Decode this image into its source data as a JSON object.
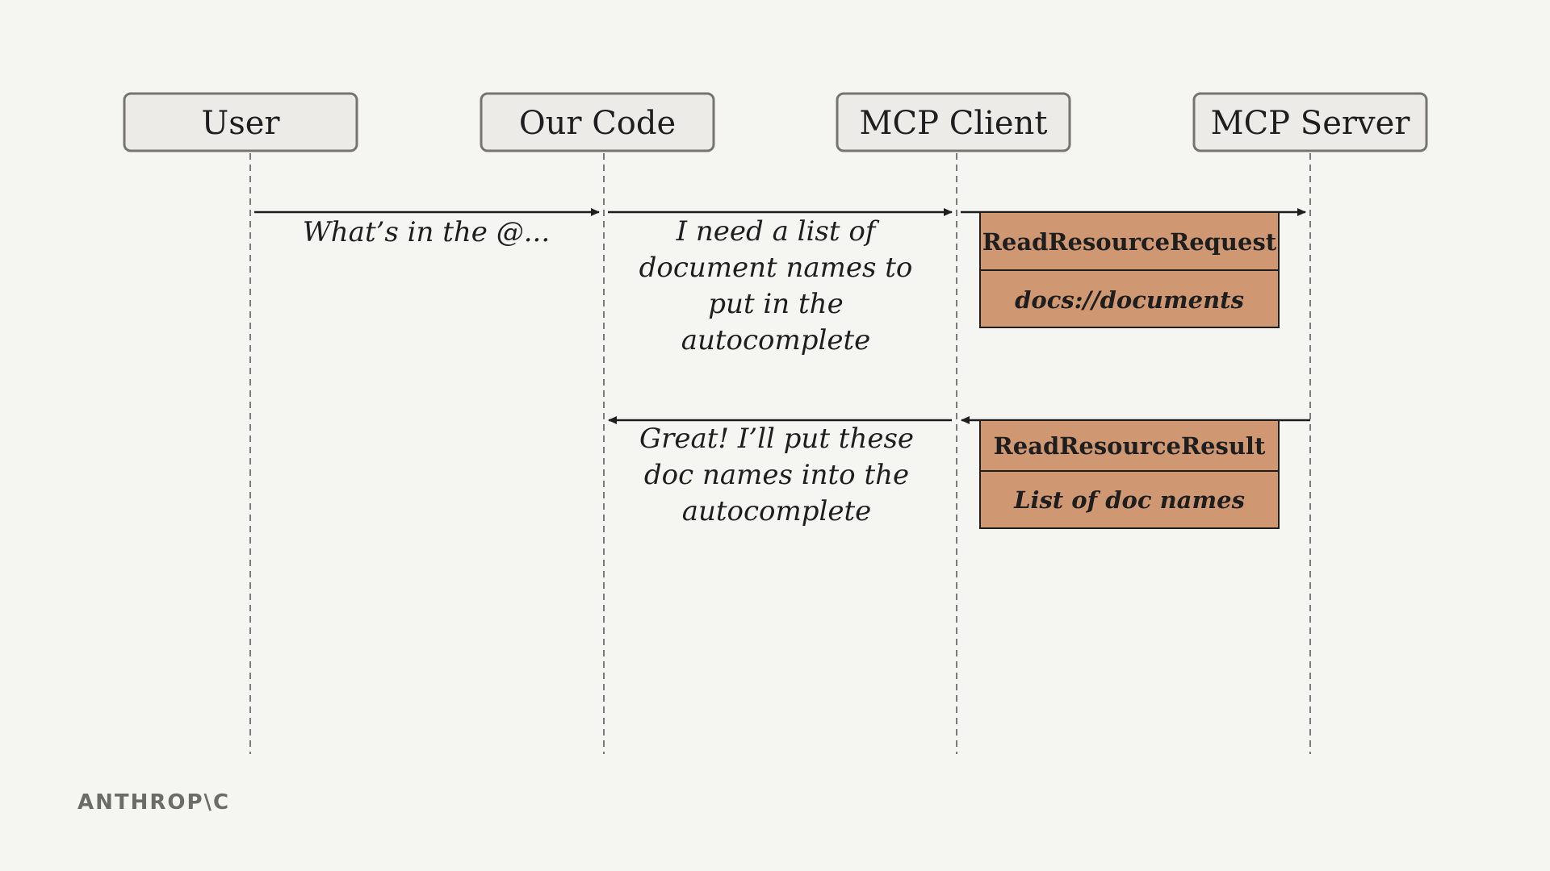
{
  "actors": [
    {
      "label": "User"
    },
    {
      "label": "Our Code"
    },
    {
      "label": "MCP Client"
    },
    {
      "label": "MCP Server"
    }
  ],
  "messages": {
    "user_to_code": [
      "What’s in the @..."
    ],
    "code_to_client": [
      "I need a list of",
      "document names to",
      "put in the",
      "autocomplete"
    ],
    "client_to_code": [
      "Great! I’ll put these",
      "doc names into the",
      "autocomplete"
    ]
  },
  "request_box": {
    "title": "ReadResourceRequest",
    "detail": "docs://documents"
  },
  "result_box": {
    "title": "ReadResourceResult",
    "detail": "List of doc names"
  },
  "brand": "ANTHROP\\C",
  "colors": {
    "background": "#f5f6f1",
    "message_box": "#cf9873",
    "actor_box": "#ecebe7"
  }
}
